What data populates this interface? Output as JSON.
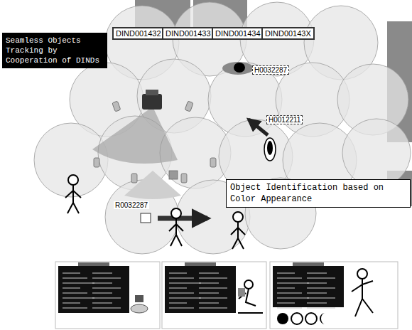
{
  "diagram": {
    "nodes": [
      {
        "text": [
          "DIND001432"
        ]
      },
      {
        "text": [
          "DIND001433"
        ]
      },
      {
        "text": [
          "DIND001434"
        ]
      },
      {
        "text": [
          "DIND00143X"
        ]
      },
      {
        "text": [
          "Seamless Objects Tracking by Cooperation of DINDs"
        ]
      },
      {
        "text": [
          "H0032287"
        ]
      },
      {
        "text": [
          "H0012211"
        ]
      },
      {
        "text": [
          "Object Identification based on Color Appearance"
        ]
      }
    ],
    "labels": [
      "R0032287"
    ]
  }
}
